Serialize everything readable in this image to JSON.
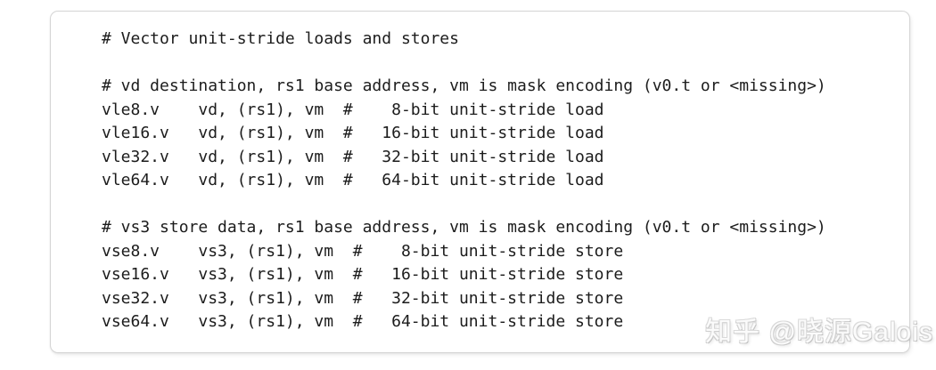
{
  "code_block": {
    "language": "riscv-assembly",
    "lines": [
      "# Vector unit-stride loads and stores",
      "",
      "# vd destination, rs1 base address, vm is mask encoding (v0.t or <missing>)",
      "vle8.v    vd, (rs1), vm  #    8-bit unit-stride load",
      "vle16.v   vd, (rs1), vm  #   16-bit unit-stride load",
      "vle32.v   vd, (rs1), vm  #   32-bit unit-stride load",
      "vle64.v   vd, (rs1), vm  #   64-bit unit-stride load",
      "",
      "# vs3 store data, rs1 base address, vm is mask encoding (v0.t or <missing>)",
      "vse8.v    vs3, (rs1), vm  #    8-bit unit-stride store",
      "vse16.v   vs3, (rs1), vm  #   16-bit unit-stride store",
      "vse32.v   vs3, (rs1), vm  #   32-bit unit-stride store",
      "vse64.v   vs3, (rs1), vm  #   64-bit unit-stride store"
    ]
  },
  "watermark": {
    "text": "知乎 @晓源Galois"
  },
  "colors": {
    "page_background": "#ffffff",
    "code_text": "#1c1c1c",
    "box_border": "#d5d5d5",
    "watermark": "#dcdcdc"
  }
}
